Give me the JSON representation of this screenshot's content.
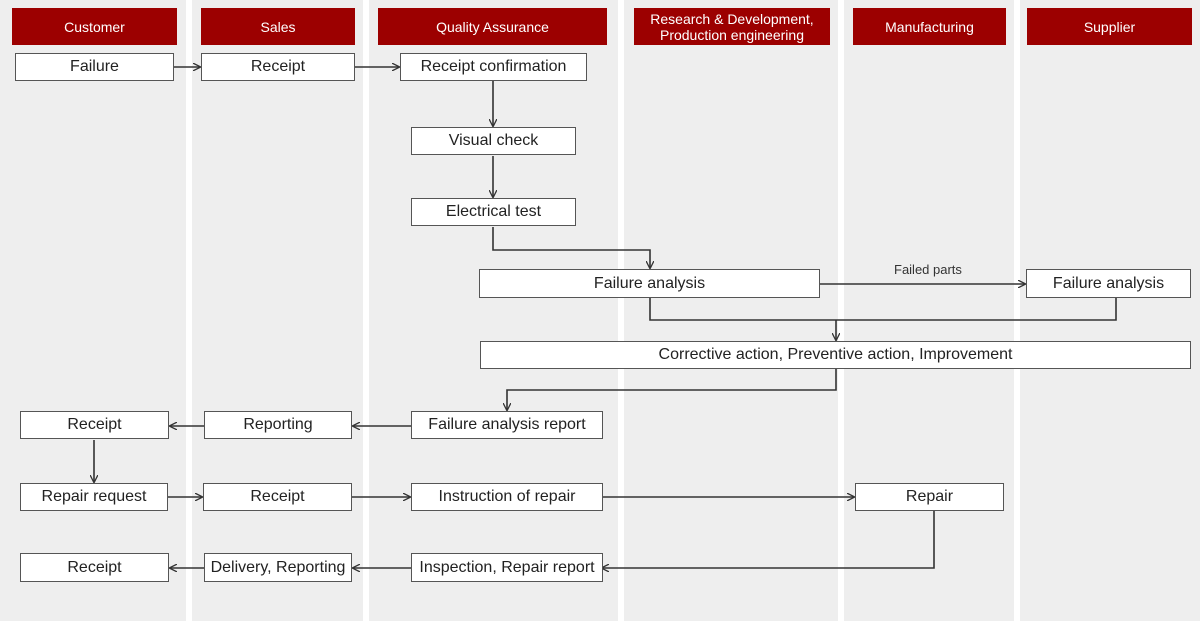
{
  "lanes": {
    "customer": "Customer",
    "sales": "Sales",
    "qa": "Quality Assurance",
    "rnd": "Research & Development,\nProduction engineering",
    "manufacturing": "Manufacturing",
    "supplier": "Supplier"
  },
  "steps": {
    "customer_failure": "Failure",
    "sales_receipt_1": "Receipt",
    "qa_receipt_confirmation": "Receipt confirmation",
    "qa_visual_check": "Visual check",
    "qa_electrical_test": "Electrical test",
    "rnd_failure_analysis": "Failure analysis",
    "supplier_failure_analysis": "Failure analysis",
    "corrective_action": "Corrective action, Preventive action, Improvement",
    "customer_receipt_2": "Receipt",
    "sales_reporting": "Reporting",
    "qa_failure_analysis_report": "Failure analysis report",
    "customer_repair_request": "Repair request",
    "sales_receipt_3": "Receipt",
    "qa_instruction_of_repair": "Instruction of repair",
    "manufacturing_repair": "Repair",
    "customer_receipt_4": "Receipt",
    "sales_delivery_reporting": "Delivery, Reporting",
    "qa_inspection_repair_report": "Inspection, Repair report"
  },
  "edge_labels": {
    "failed_parts": "Failed parts"
  },
  "colors": {
    "header_bg": "#9c0000",
    "lane_bg": "#eeeeee",
    "connector": "#333333"
  }
}
